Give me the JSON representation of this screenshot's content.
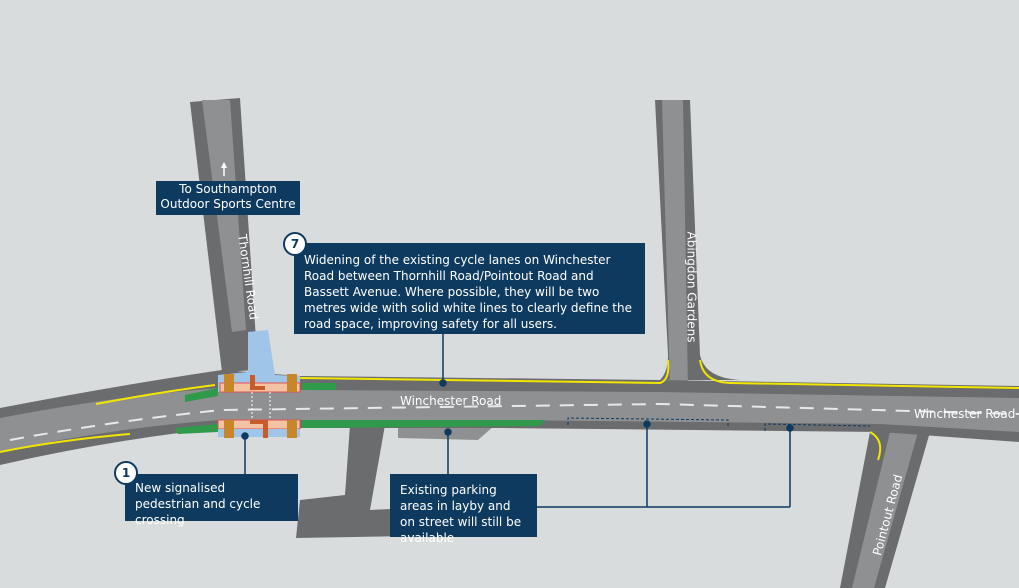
{
  "map": {
    "colors": {
      "background": "#d9dcdc",
      "pavement": "#6a6c6e",
      "carriageway": "#8e9092",
      "cycle_lane": "#2e9a4a",
      "callout": "#0e3a60",
      "footway_new": "#9fc6e8",
      "crossing": "#f4c3a3",
      "yellow_line": "#f2e600"
    },
    "road_labels": {
      "thornhill": "Thornhill Road",
      "abingdon": "Abingdon Gardens",
      "winchester_1": "Winchester Road",
      "winchester_2": "Winchester Road",
      "pointout": "Pointout Road"
    },
    "direction_sign": {
      "icon": "arrow-up-icon",
      "label": "To Southampton Outdoor Sports Centre"
    },
    "callouts": [
      {
        "number": "7",
        "text": "Widening of the existing cycle lanes on Winchester Road between Thornhill Road/Pointout Road and Bassett Avenue. Where possible, they will be two metres wide with solid white lines to clearly define the road space, improving safety for all users."
      },
      {
        "number": "1",
        "text": "New signalised pedestrian and cycle crossing"
      },
      {
        "text": "Existing parking areas in layby and on street will still be available"
      }
    ]
  }
}
